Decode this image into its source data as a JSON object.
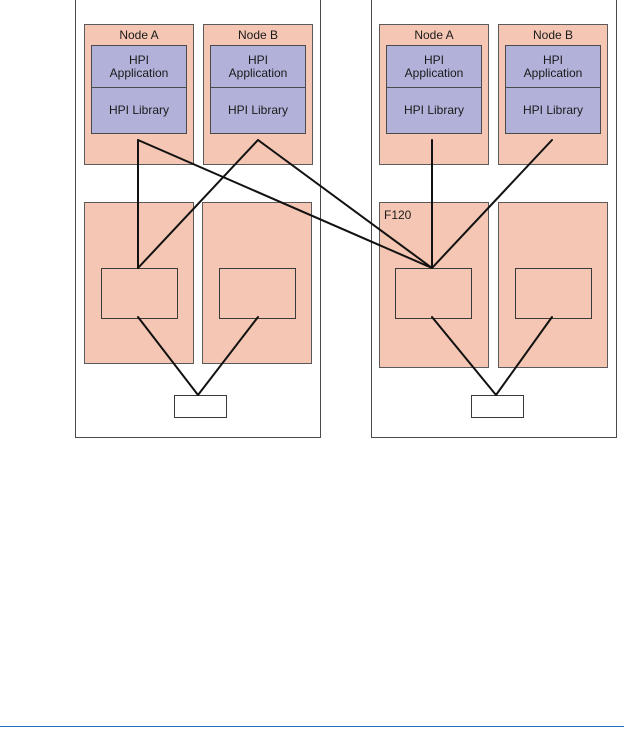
{
  "diagram": {
    "left_blade": {
      "node_a": {
        "label": "Node A",
        "app": "HPI\nApplication",
        "lib": "HPI Library"
      },
      "node_b": {
        "label": "Node B",
        "app": "HPI\nApplication",
        "lib": "HPI Library"
      },
      "lower_left_label": "",
      "lower_right_label": ""
    },
    "right_blade": {
      "node_a": {
        "label": "Node A",
        "app": "HPI\nApplication",
        "lib": "HPI Library"
      },
      "node_b": {
        "label": "Node B",
        "app": "HPI\nApplication",
        "lib": "HPI Library"
      },
      "lower_left_label": "F120",
      "lower_right_label": ""
    }
  },
  "colors": {
    "node_fill": "#f4c6b3",
    "hpi_fill": "#b1b1d9",
    "line": "#111111",
    "footer_rule": "#1c6fc0"
  }
}
